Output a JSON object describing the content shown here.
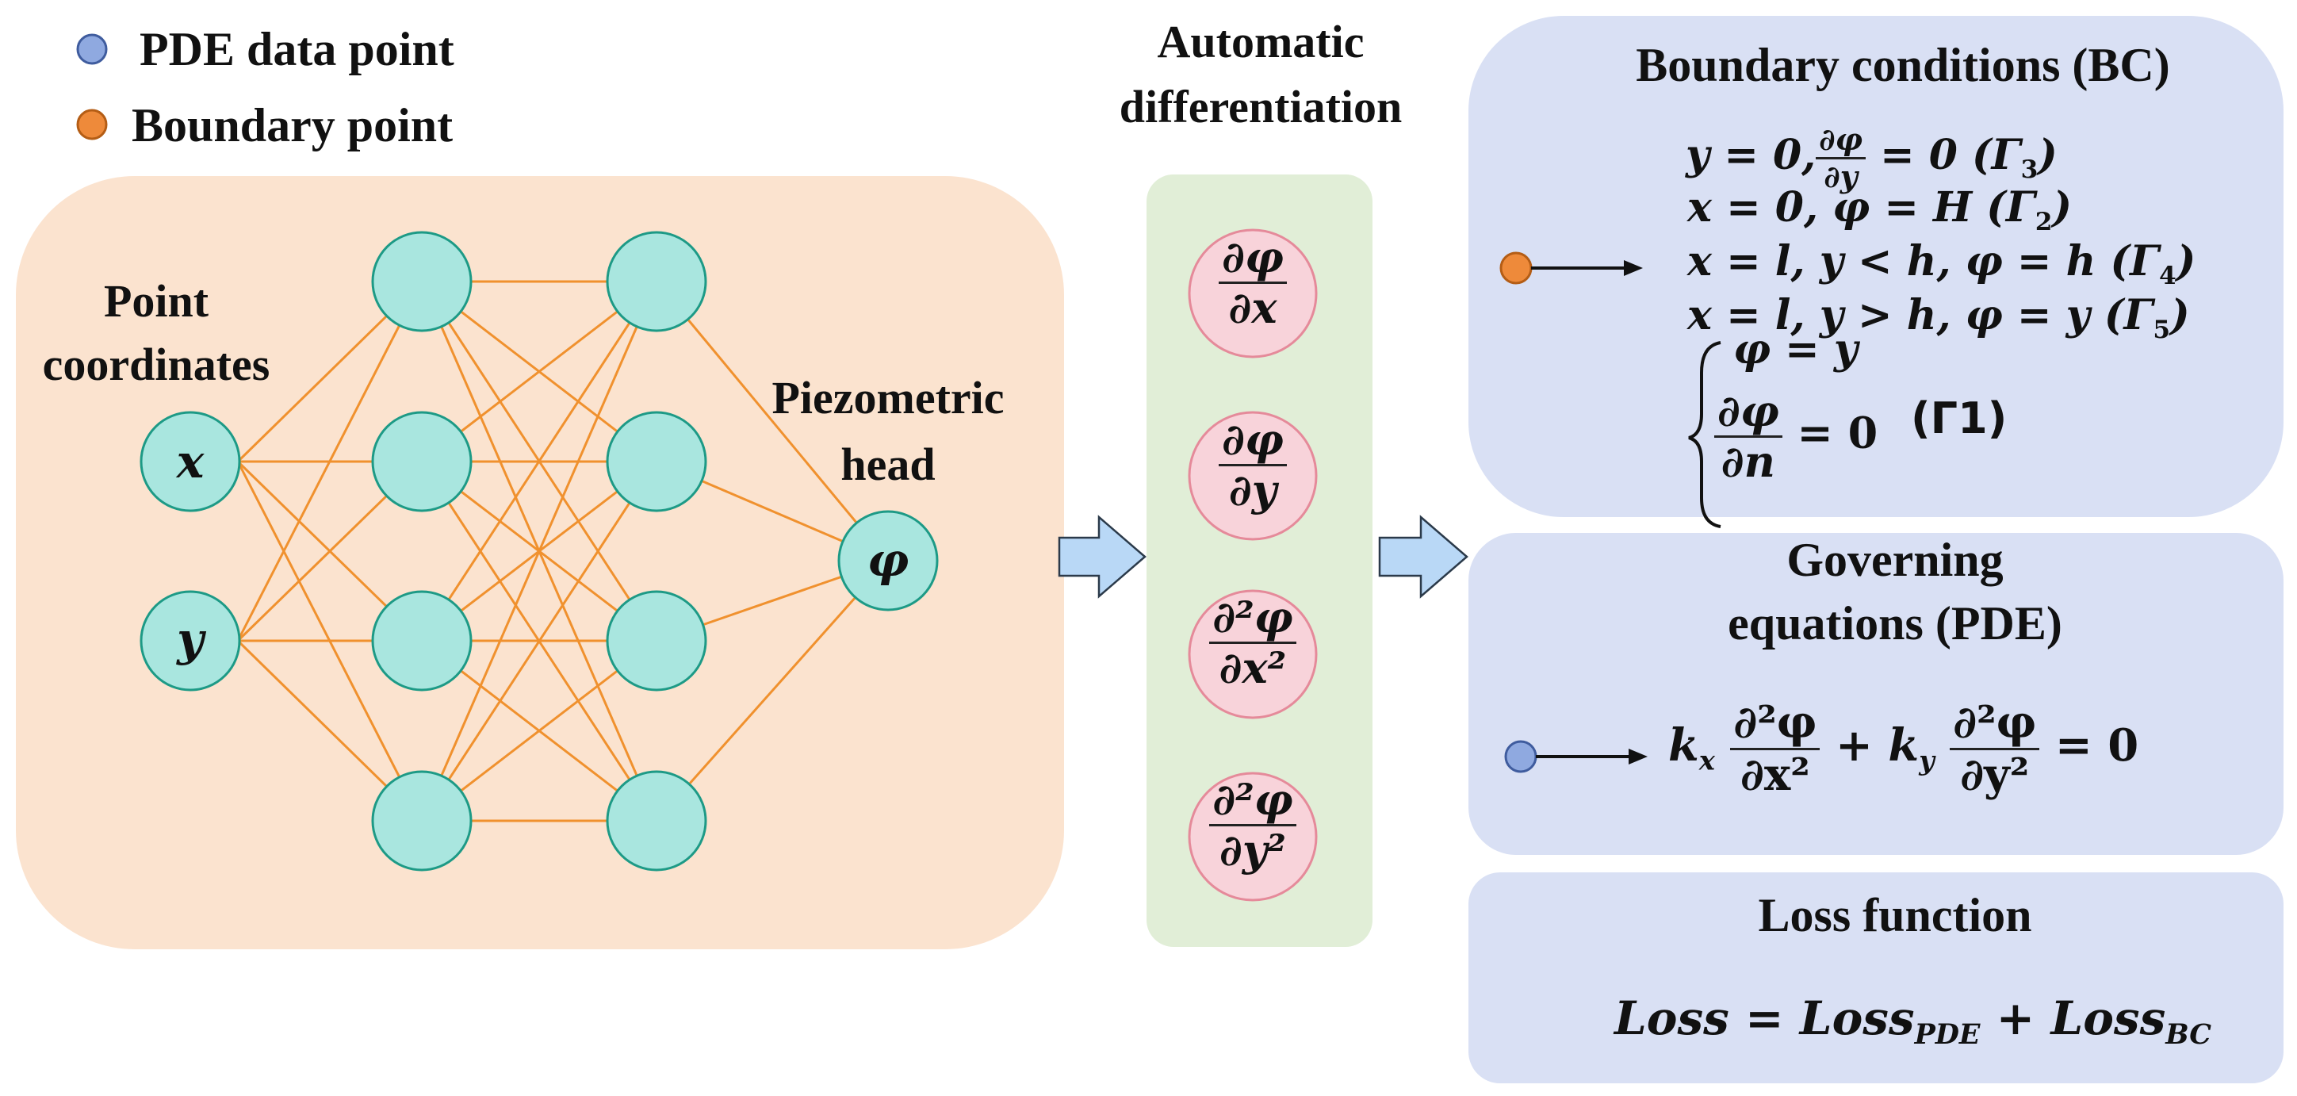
{
  "legend": {
    "pde_point": "PDE data point",
    "boundary_point": "Boundary point",
    "pde_color": "#8fa9e0",
    "boundary_color": "#ee8a3a"
  },
  "network": {
    "input_label": "Point coordinates",
    "input_x": "x",
    "input_y": "y",
    "output_label": "Piezometric head",
    "output_symbol": "φ",
    "node_color": "#a9e6df",
    "edge_color": "#f0912e",
    "panel_color": "#fbe3cf"
  },
  "autodiff": {
    "title": "Automatic differentiation",
    "panel_color": "#e1eed7",
    "node_color": "#f8d3da",
    "derivatives": [
      {
        "num": "∂φ",
        "den": "∂x"
      },
      {
        "num": "∂φ",
        "den": "∂y"
      },
      {
        "num": "∂²φ",
        "den": "∂x²"
      },
      {
        "num": "∂²φ",
        "den": "∂y²"
      }
    ]
  },
  "bc": {
    "title": "Boundary conditions (BC)",
    "line1_a": "y = 0,",
    "line1_num": "∂φ",
    "line1_den": "∂y",
    "line1_b": "= 0 (Γ",
    "line1_sub": "3",
    "line2": "x = 0, φ = H (Γ",
    "line2_sub": "2",
    "line3": "x = l, y < h, φ = h (Γ",
    "line3_sub": "4",
    "line4": "x = l, y > h, φ = y (Γ",
    "line4_sub": "5",
    "case1": "φ = y",
    "case2_num": "∂φ",
    "case2_den": "∂n",
    "case2_rhs": "= 0",
    "case_label": "(Γ1)",
    "panel_color": "#d9e0f4"
  },
  "pde": {
    "title_line1": "Governing",
    "title_line2": "equations (PDE)",
    "kx": "k",
    "kx_sub": "x",
    "frac1_num": "∂²φ",
    "frac1_den": "∂x²",
    "plus": "+",
    "ky": "k",
    "ky_sub": "y",
    "frac2_num": "∂²φ",
    "frac2_den": "∂y²",
    "rhs": "= 0"
  },
  "loss": {
    "title": "Loss function",
    "lhs": "Loss",
    "eq": "=",
    "term1": "Loss",
    "term1_sub": "PDE",
    "plus": "+",
    "term2": "Loss",
    "term2_sub": "BC"
  }
}
